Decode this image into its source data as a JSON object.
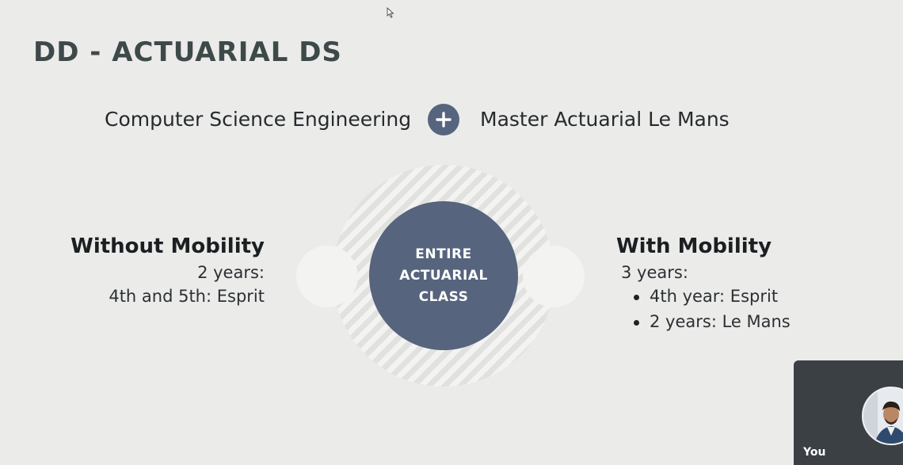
{
  "slide": {
    "title": "DD - ACTUARIAL DS",
    "combo_left": "Computer Science Engineering",
    "combo_right": "Master Actuarial Le Mans",
    "center_lines": [
      "ENTIRE",
      "ACTUARIAL",
      "CLASS"
    ],
    "without": {
      "heading": "Without Mobility",
      "lines": [
        "2 years:",
        "4th and 5th: Esprit"
      ]
    },
    "with": {
      "heading": "With Mobility",
      "summary": "3 years:",
      "bullets": [
        "4th year: Esprit",
        "2 years: Le Mans"
      ]
    }
  },
  "video": {
    "label": "You"
  },
  "colors": {
    "accent": "#56647d",
    "title": "#3e4949",
    "background": "#ebebea"
  },
  "icons": [
    "mouse-cursor-icon",
    "plus-icon",
    "bullet-icon",
    "user-avatar"
  ]
}
